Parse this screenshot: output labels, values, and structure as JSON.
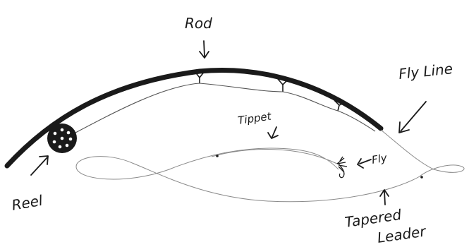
{
  "labels": {
    "rod": "Rod",
    "fly_line": "Fly Line",
    "tippet": "Tippet",
    "fly": "Fly",
    "reel": "Reel",
    "tapered_leader": "Tapered",
    "tapered_leader_2": "Leader"
  },
  "colors": {
    "rod": "#1a1a1a",
    "line": "#777777",
    "ink": "#1a1a1a"
  }
}
